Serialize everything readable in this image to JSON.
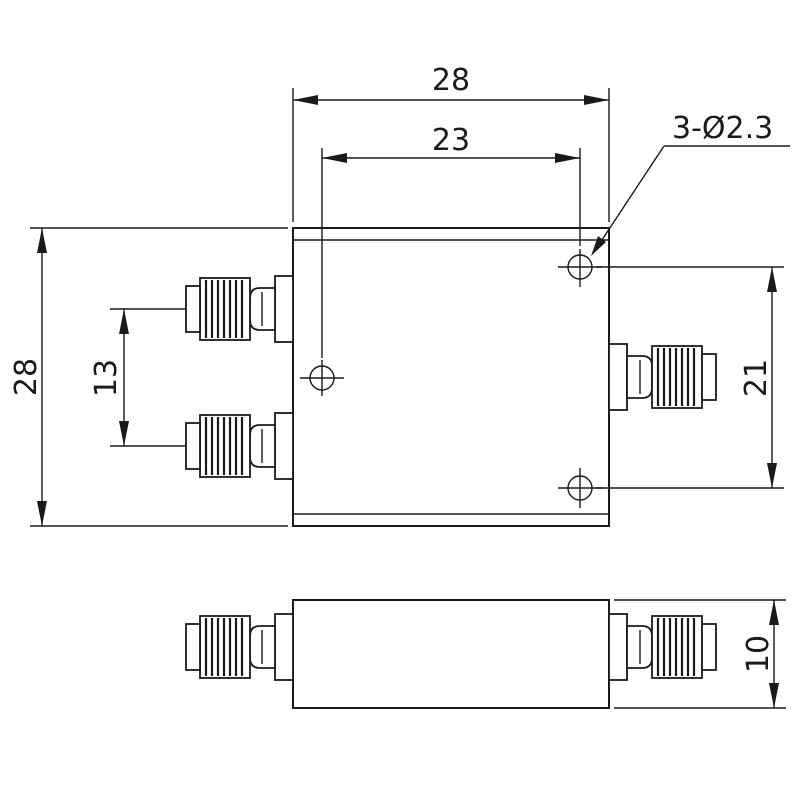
{
  "dimensions": {
    "overall_width": "28",
    "hole_spacing_horizontal": "23",
    "hole_callout": "3-Ø2.3",
    "overall_height": "28",
    "input_port_spacing": "13",
    "hole_spacing_vertical": "21",
    "thickness": "10"
  }
}
